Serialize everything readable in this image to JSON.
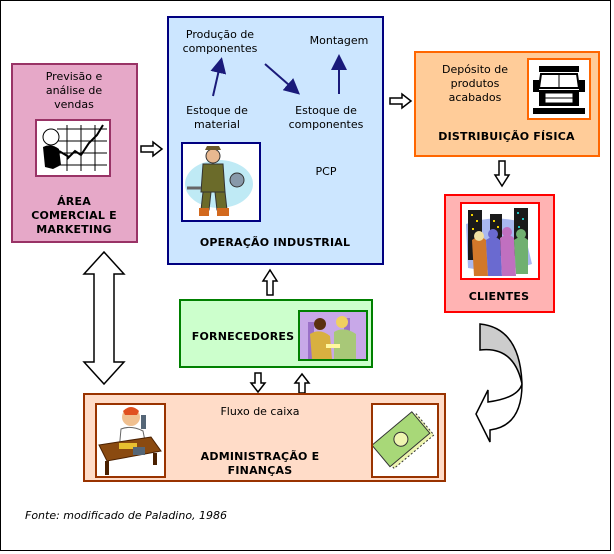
{
  "colors": {
    "marketing_fill": "#e6a8c8",
    "marketing_border": "#993366",
    "operation_fill": "#cce6ff",
    "operation_border": "#000080",
    "distribution_fill": "#ffcc99",
    "distribution_border": "#ff6600",
    "clients_fill": "#ffb3b3",
    "clients_border": "#ff0000",
    "suppliers_fill": "#ccffcc",
    "suppliers_border": "#008000",
    "finance_fill": "#ffdcc8",
    "finance_border": "#993300",
    "flow_arrow": "#1a1a7a"
  },
  "marketing": {
    "subtitle": "Previsão e análise de vendas",
    "title_line1": "ÁREA",
    "title_line2": "COMERCIAL E",
    "title_line3": "MARKETING",
    "image": "salesman-chart-icon"
  },
  "operation": {
    "producao": "Produção de componentes",
    "montagem": "Montagem",
    "estoque_material": "Estoque de material",
    "estoque_componentes": "Estoque de componentes",
    "pcp": "PCP",
    "title": "OPERAÇÃO INDUSTRIAL",
    "image": "worker-gear-icon"
  },
  "distribution": {
    "subtitle": "Depósito de produtos acabados",
    "title": "DISTRIBUIÇÃO FÍSICA",
    "image": "truck-icon"
  },
  "clients": {
    "title": "CLIENTES",
    "image": "crowd-city-icon"
  },
  "suppliers": {
    "title": "FORNECEDORES",
    "image": "handshake-icon"
  },
  "finance": {
    "subtitle": "Fluxo de caixa",
    "title_line1": "ADMINISTRAÇÃO E",
    "title_line2": "FINANÇAS",
    "image_left": "phone-desk-icon",
    "image_right": "money-icon"
  },
  "caption": "Fonte: modificado de Paladino, 1986"
}
